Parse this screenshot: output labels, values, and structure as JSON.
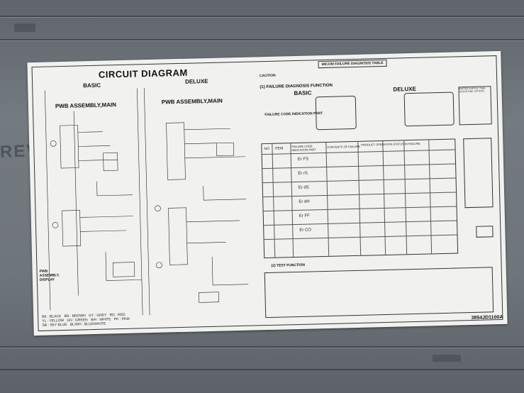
{
  "sticker": {
    "title": "CIRCUIT DIAGRAM",
    "left_sections": [
      "BASIC",
      "DELUXE"
    ],
    "assembly_labels": [
      "PWB ASSEMBLY,MAIN",
      "PWB ASSEMBLY,MAIN"
    ],
    "display_label": "PWB ASSEMBLY, DISPLAY",
    "micom_title": "MICOM FAILURE DIAGNOSIS TABLE",
    "caution_label": "CAUTION",
    "failure_diag_label": "(1) FAILURE DIAGNOSIS FUNCTION",
    "right_sections": [
      "BASIC",
      "DELUXE"
    ],
    "indication_label": "FAILURE CODE INDICATION PART",
    "table_header": [
      "NO",
      "ITEM",
      "FAILURE CODE INDICATION PART",
      "CONTENTS OF FAILURE",
      "PRODUCT OPERATION STATUS IN FAILURE"
    ],
    "failure_codes": [
      "Er FS",
      "Er rS",
      "Er dS",
      "Er dH",
      "Er FF",
      "Er CO"
    ],
    "test_function_label": "(2) TEST FUNCTION",
    "water_supply_label": "WATER SUPPLY TIME ADJUSTING OPTION",
    "part_code": "3854JD1100A",
    "wire_legend": [
      "BK : BLACK",
      "BN : BROWN",
      "GY : GREY",
      "RD : RED",
      "YL : YELLOW",
      "GN : GREEN",
      "WH : WHITE",
      "PK : PINK",
      "SB : SKY BLUE",
      "BL/WH : BLUE/WHITE"
    ]
  },
  "background": {
    "embossed_text": "REV"
  }
}
